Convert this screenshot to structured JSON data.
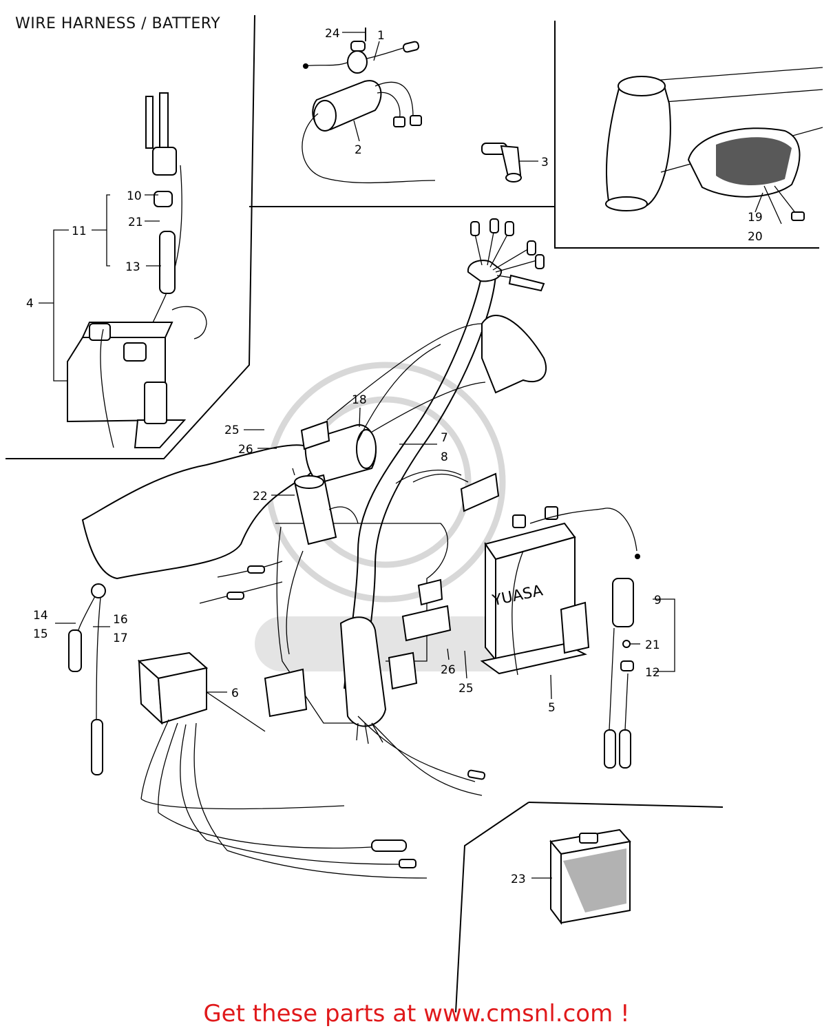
{
  "diagram": {
    "title": "WIRE HARNESS / BATTERY",
    "footer": "Get these parts at www.cmsnl.com !",
    "battery_label": "YUASA",
    "callouts": [
      {
        "id": "c24",
        "text": "24"
      },
      {
        "id": "c1",
        "text": "1"
      },
      {
        "id": "c2",
        "text": "2"
      },
      {
        "id": "c3",
        "text": "3"
      },
      {
        "id": "c10",
        "text": "10"
      },
      {
        "id": "c21a",
        "text": "21"
      },
      {
        "id": "c11",
        "text": "11"
      },
      {
        "id": "c13",
        "text": "13"
      },
      {
        "id": "c4",
        "text": "4"
      },
      {
        "id": "c19",
        "text": "19"
      },
      {
        "id": "c20",
        "text": "20"
      },
      {
        "id": "c18",
        "text": "18"
      },
      {
        "id": "c7",
        "text": "7"
      },
      {
        "id": "c8",
        "text": "8"
      },
      {
        "id": "c25a",
        "text": "25"
      },
      {
        "id": "c26a",
        "text": "26"
      },
      {
        "id": "c22",
        "text": "22"
      },
      {
        "id": "c14",
        "text": "14"
      },
      {
        "id": "c15",
        "text": "15"
      },
      {
        "id": "c16",
        "text": "16"
      },
      {
        "id": "c17",
        "text": "17"
      },
      {
        "id": "c9",
        "text": "9"
      },
      {
        "id": "c21b",
        "text": "21"
      },
      {
        "id": "c12",
        "text": "12"
      },
      {
        "id": "c26b",
        "text": "26"
      },
      {
        "id": "c25b",
        "text": "25"
      },
      {
        "id": "c5",
        "text": "5"
      },
      {
        "id": "c6",
        "text": "6"
      },
      {
        "id": "c23",
        "text": "23"
      }
    ]
  }
}
